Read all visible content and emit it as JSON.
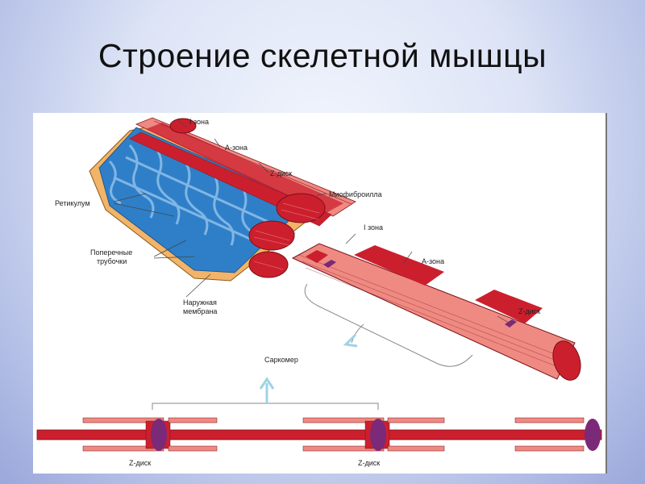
{
  "slide": {
    "title": "Строение скелетной мышцы"
  },
  "labels": {
    "i_zone_top": "I зона",
    "a_zone_top": "A-зона",
    "z_disk_top": "Z-диск",
    "myofibril": "Миофиброилла",
    "reticulum": "Ретикулум",
    "transverse_line1": "Поперечные",
    "transverse_line2": "трубочки",
    "membrane_line1": "Наружная",
    "membrane_line2": "мембрана",
    "i_zone_mid": "I зона",
    "a_zone_mid": "A-зона",
    "z_disk_mid": "Z-диск",
    "sarcomere": "Саркомер",
    "z_disk_bottom_left": "Z-диск",
    "z_disk_bottom_right": "Z-диск"
  },
  "colors": {
    "fiber_red": "#cc1f2e",
    "fiber_pink": "#ee8a82",
    "reticulum_blue": "#2f7fc8",
    "membrane_orange": "#f2b469",
    "disk_purple": "#7a2a78"
  }
}
